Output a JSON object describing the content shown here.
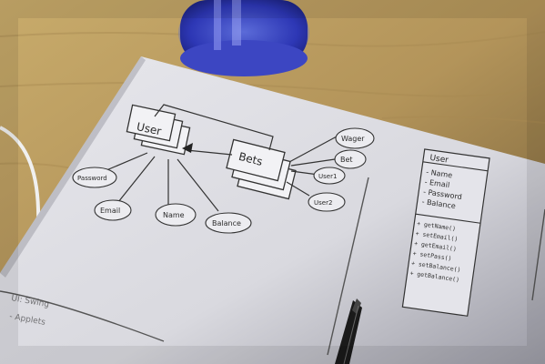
{
  "sketch": {
    "entities": {
      "user": "User",
      "bets": "Bets"
    },
    "attributes": {
      "password": "Password",
      "email": "Email",
      "name": "Name",
      "balance": "Balance",
      "wager": "Wager",
      "bet": "Bet",
      "user1": "User1",
      "user2": "User2"
    },
    "class_box": {
      "title": "User",
      "fields": [
        "- Name",
        "- Email",
        "- Password",
        "- Balance"
      ],
      "methods": [
        "+ getName()",
        "+ setEmail()",
        "+ getEmail()",
        "+ setPass()",
        "+ setBalance()",
        "+ getBalance()"
      ]
    },
    "bottom_notes": [
      "UI: Swing",
      "- Applets"
    ]
  }
}
